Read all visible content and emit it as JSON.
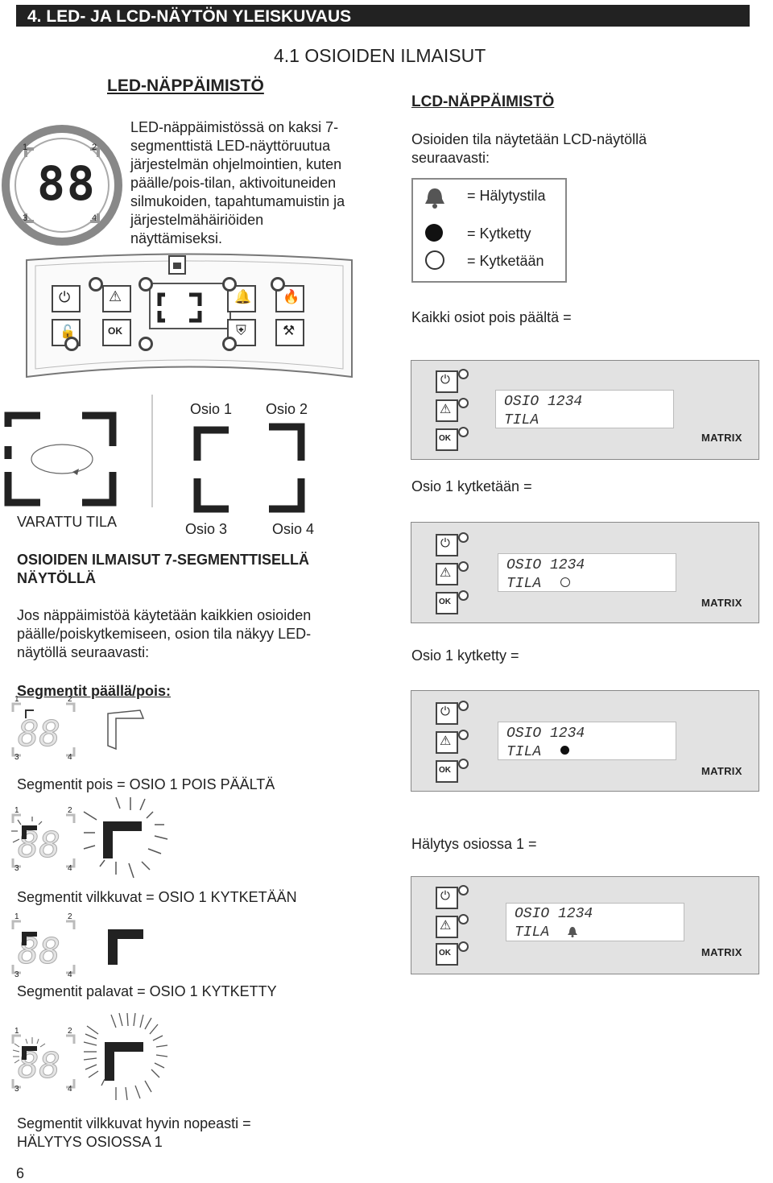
{
  "header": {
    "title": "4. LED- JA LCD-NÄYTÖN YLEISKUVAUS"
  },
  "section": {
    "title": "4.1 OSIOIDEN ILMAISUT"
  },
  "led": {
    "heading": "LED-NÄPPÄIMISTÖ",
    "description": [
      "LED-näppäimistössä on kaksi 7-",
      "segmenttistä LED-näyttöruutua",
      "järjestelmän ohjelmointien, kuten",
      "päälle/pois-tilan, aktivoituneiden",
      "silmukoiden, tapahtumamuistin ja",
      "järjestelmähäiriöiden",
      "näyttämiseksi."
    ],
    "digits": "88",
    "corner_labels": [
      "1",
      "2",
      "3",
      "4"
    ]
  },
  "lcd_keypad": {
    "heading": "LCD-NÄPPÄIMISTÖ",
    "intro": [
      "Osioiden tila näytetään LCD-näytöllä",
      "seuraavasti:"
    ],
    "legend": [
      {
        "icon": "bell-icon",
        "label": "= Hälytystila"
      },
      {
        "icon": "filled-circle-icon",
        "label": "= Kytketty"
      },
      {
        "icon": "empty-circle-icon",
        "label": "= Kytketään"
      }
    ],
    "states": [
      {
        "caption": "Kaikki osiot pois päältä =",
        "line1": "OSIO 1234",
        "line2": "TILA",
        "indicator": "none"
      },
      {
        "caption": "Osio 1 kytketään =",
        "line1": "OSIO 1234",
        "line2": "TILA",
        "indicator": "empty-circle"
      },
      {
        "caption": "Osio 1 kytketty  =",
        "line1": "OSIO 1234",
        "line2": "TILA",
        "indicator": "filled-circle"
      },
      {
        "caption": "Hälytys osiossa 1 =",
        "line1": "OSIO 1234",
        "line2": "TILA",
        "indicator": "bell"
      }
    ],
    "brand": "MATRIX",
    "ok_label": "OK"
  },
  "keypad_buttons": {
    "ok_label": "OK"
  },
  "segments_diagram": {
    "busy_label": "VARATTU TILA",
    "zones": [
      "Osio 1",
      "Osio 2",
      "Osio 3",
      "Osio 4"
    ]
  },
  "seven_segment": {
    "heading": [
      "OSIOIDEN ILMAISUT 7-SEGMENTTISELLÄ",
      "NÄYTÖLLÄ"
    ],
    "intro": [
      "Jos näppäimistöä käytetään kaikkien osioiden",
      "päälle/poiskytkemiseen, osion tila näkyy LED-",
      "näytöllä seuraavasti:"
    ],
    "subheading": "Segmentit päällä/pois:",
    "captions": [
      "Segmentit pois = OSIO 1 POIS PÄÄLTÄ",
      "Segmentit vilkkuvat = OSIO 1 KYTKETÄÄN",
      "Segmentit palavat = OSIO 1 KYTKETTY",
      "Segmentit vilkkuvat hyvin nopeasti =",
      "HÄLYTYS OSIOSSA 1"
    ],
    "corner_labels": [
      "1",
      "2",
      "3",
      "4"
    ]
  },
  "footer": {
    "page_number": "6"
  }
}
